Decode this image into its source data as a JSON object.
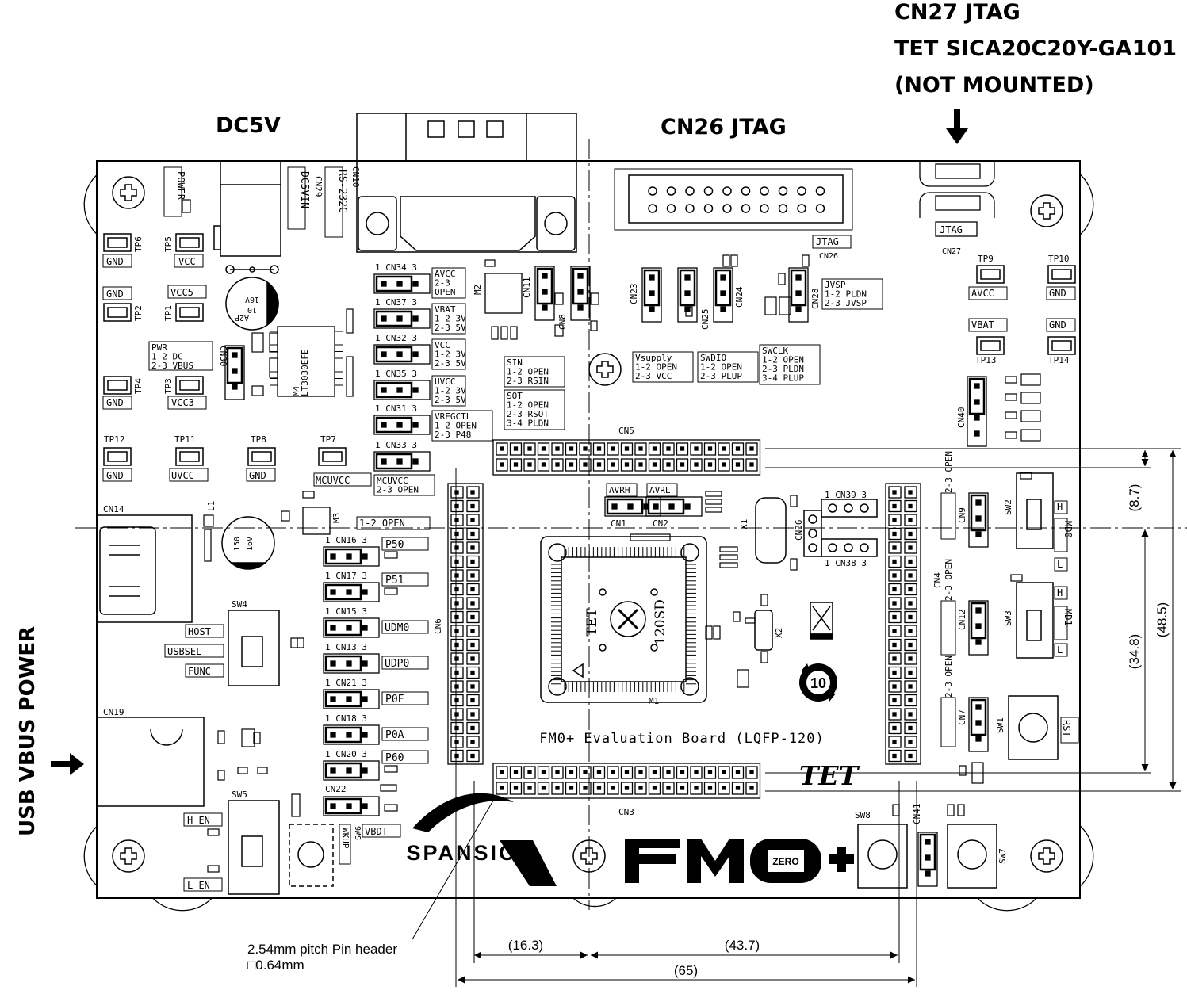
{
  "callouts": {
    "dc5v": "DC5V",
    "cn26": "CN26 JTAG",
    "cn27_line1": "CN27 JTAG",
    "cn27_line2": "TET SICA20C20Y-GA101",
    "cn27_line3": "(NOT MOUNTED)",
    "usb_vbus": "USB VBUS POWER"
  },
  "notes": {
    "pin_header_line1": "2.54mm pitch Pin header",
    "pin_header_line2": "□0.64mm"
  },
  "dimensions": {
    "d16_3": "(16.3)",
    "d43_7": "(43.7)",
    "d65": "(65)",
    "d8_7": "(8.7)",
    "d34_8": "(34.8)",
    "d48_5": "(48.5)"
  },
  "board": {
    "title": "FM0+ Evaluation Board (LQFP-120)",
    "brand_spansion": "SPANSION",
    "brand_fm0": "FM0",
    "brand_zero": "ZERO",
    "brand_tet": "TET",
    "chip_tet": "TET",
    "chip_code": "120SD",
    "rohs": "10"
  },
  "silk": {
    "power": "POWER",
    "dc5vin": "DC5VIN",
    "cn29": "CN29",
    "rs232c": "RS-232C",
    "cn10": "CN10",
    "gnd": "GND",
    "vcc": "VCC",
    "vcc5": "VCC5",
    "vcc3": "VCC3",
    "avcc": "AVCC",
    "vbat": "VBAT",
    "uvcc": "UVCC",
    "mcuvcc": "MCUVCC",
    "jtag": "JTAG",
    "cn26": "CN26",
    "cn27": "CN27",
    "tp1": "TP1",
    "tp2": "TP2",
    "tp3": "TP3",
    "tp4": "TP4",
    "tp5": "TP5",
    "tp6": "TP6",
    "tp7": "TP7",
    "tp8": "TP8",
    "tp9": "TP9",
    "tp10": "TP10",
    "tp11": "TP11",
    "tp12": "TP12",
    "tp13": "TP13",
    "tp14": "TP14",
    "pwr_box": [
      "PWR",
      "1-2 DC",
      "2-3 VBUS"
    ],
    "cn34": "1 CN34 3",
    "cn37": "1 CN37 3",
    "cn32": "1 CN32 3",
    "cn35": "1 CN35 3",
    "cn31": "1 CN31 3",
    "cn33": "1 CN33 3",
    "avcc_box": [
      "AVCC",
      "2-3",
      "OPEN"
    ],
    "vbat_box": [
      "VBAT",
      "1-2 3V",
      "2-3 5V"
    ],
    "vcc_box": [
      "VCC",
      "1-2 3V",
      "2-3 5V"
    ],
    "uvcc_box": [
      "UVCC",
      "1-2 3V",
      "2-3 5V"
    ],
    "vregctl_box": [
      "VREGCTL",
      "1-2 OPEN",
      "2-3 P48"
    ],
    "mcuvcc_box": [
      "MCUVCC",
      "2-3 OPEN"
    ],
    "sin_box": [
      "SIN",
      "1-2 OPEN",
      "2-3 RSIN"
    ],
    "sot_box": [
      "SOT",
      "1-2 OPEN",
      "2-3 RSOT",
      "3-4 PLDN"
    ],
    "vsupply_box": [
      "Vsupply",
      "1-2 OPEN",
      "2-3 VCC"
    ],
    "swdio_box": [
      "SWDIO",
      "1-2 OPEN",
      "2-3 PLUP"
    ],
    "swclk_box": [
      "SWCLK",
      "1-2 OPEN",
      "2-3 PLDN",
      "3-4 PLUP"
    ],
    "jvsp_box": [
      "JVSP",
      "1-2 PLDN",
      "2-3 JVSP"
    ],
    "open12": "1-2 OPEN",
    "cn16": "1 CN16 3",
    "cn17": "1 CN17 3",
    "cn15": "1 CN15 3",
    "cn13": "1 CN13 3",
    "cn21": "1 CN21 3",
    "cn18": "1 CN18 3",
    "cn20": "1 CN20 3",
    "cn22": "CN22",
    "p50": "P50",
    "p51": "P51",
    "udm0": "UDM0",
    "udp0": "UDP0",
    "p0f": "P0F",
    "p0a": "P0A",
    "p60": "P60",
    "vbdt": "VBDT",
    "host": "HOST",
    "usbsel": "USBSEL",
    "func": "FUNC",
    "h_en": "H EN",
    "l_en": "L EN",
    "wkup": "WKUP",
    "cn14": "CN14",
    "cn19": "CN19",
    "sw4": "SW4",
    "sw5": "SW5",
    "sw6": "SW6",
    "cn5": "CN5",
    "cn3": "CN3",
    "cn6": "CN6",
    "cn4": "CN4",
    "avrh": "AVRH",
    "avrl": "AVRL",
    "cn1": "CN1",
    "cn2": "CN2",
    "cn36": "CN36",
    "cn39": "1 CN39 3",
    "cn38": "1 CN38 3",
    "cn9": "CN9",
    "cn12": "CN12",
    "cn7": "CN7",
    "open23": "2-3 OPEN",
    "sw1": "SW1",
    "sw2": "SW2",
    "sw3": "SW3",
    "sw7": "SW7",
    "sw8": "SW8",
    "h": "H",
    "l": "L",
    "md0": "MD0",
    "md1": "MD1",
    "rst": "RST",
    "cn40": "CN40",
    "cn41": "CN41",
    "lt3030": "LT3030EFE",
    "m4": "M4",
    "m3": "M3",
    "m2": "M2",
    "m1": "M1",
    "x1": "X1",
    "x2": "X2",
    "l1": "L1",
    "cap_a2p": "A2P",
    "cap_10": "10",
    "cap_16v": "16V",
    "cap_150": "150",
    "cn23": "CN23",
    "cn25": "CN25",
    "cn24": "CN24",
    "cn28": "CN28",
    "cn11": "CN11",
    "cn8": "CN8",
    "cn30": "CN30"
  }
}
